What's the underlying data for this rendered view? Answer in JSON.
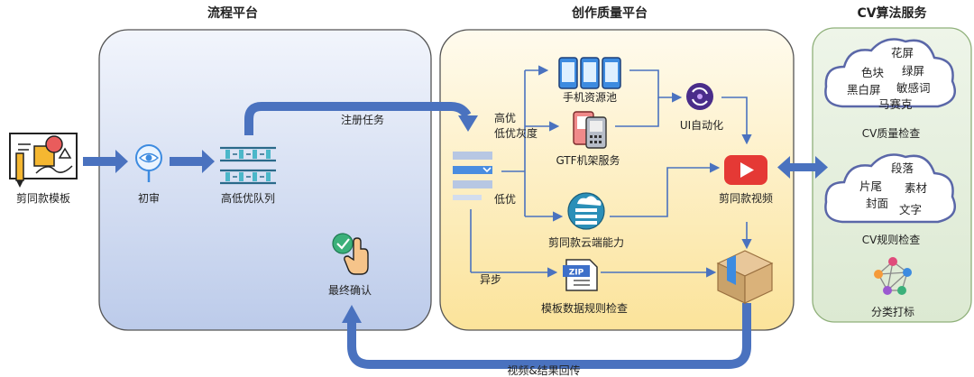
{
  "sections": {
    "flow": "流程平台",
    "quality": "创作质量平台",
    "cv": "CV算法服务"
  },
  "nodes": {
    "template": "剪同款模板",
    "first_review": "初审",
    "queue": "高低优队列",
    "register": "注册任务",
    "final_confirm": "最终确认",
    "high_prio": "高优",
    "low_prio_gray": "低优灰度",
    "low_prio": "低优",
    "async": "异步",
    "phone_pool": "手机资源池",
    "gtf_rack": "GTF机架服务",
    "cloud": "剪同款云端能力",
    "zip_check": "模板数据规则检查",
    "ui_auto": "UI自动化",
    "video": "剪同款视频",
    "return_label": "视频&结果回传"
  },
  "cv": {
    "quality_words": [
      "花屏",
      "色块",
      "绿屏",
      "黑白屏",
      "敏感词",
      "马赛克"
    ],
    "quality_label": "CV质量检查",
    "rule_words": [
      "段落",
      "片尾",
      "素材",
      "封面",
      "文字"
    ],
    "rule_label": "CV规则检查",
    "classify_label": "分类打标"
  },
  "icons": {
    "zip_text": "ZIP"
  },
  "colors": {
    "arrow": "#4a72bf",
    "flow_bg": "#dde5f5",
    "quality_bg": "#fdeeb8",
    "cv_bg": "#e4efdc",
    "video_red": "#e53935"
  }
}
